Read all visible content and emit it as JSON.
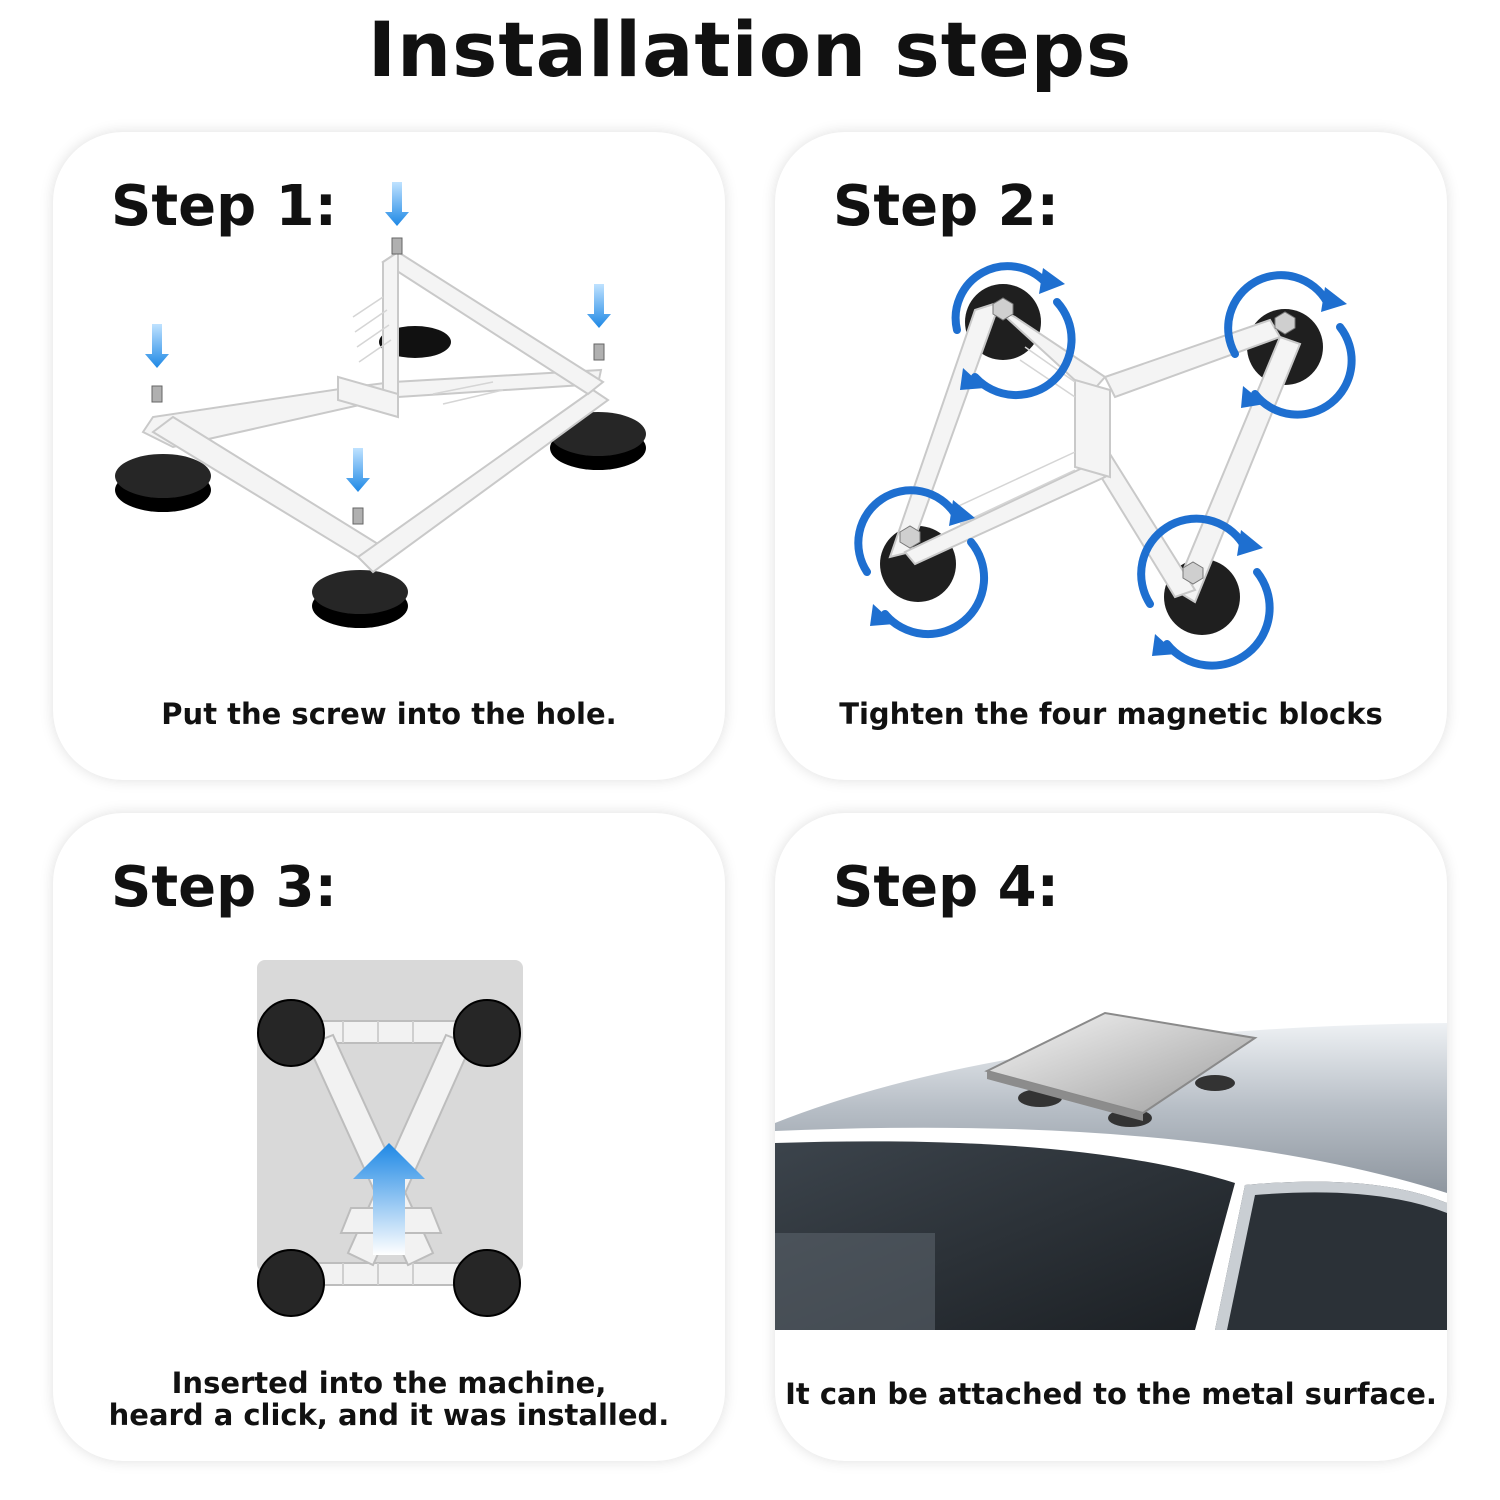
{
  "page": {
    "title": "Installation steps"
  },
  "steps": [
    {
      "title": "Step 1:",
      "caption": "Put the screw into the hole."
    },
    {
      "title": "Step 2:",
      "caption": "Tighten the four magnetic blocks"
    },
    {
      "title": "Step 3:",
      "caption_line1": "Inserted into the machine,",
      "caption_line2": "heard a click, and it was installed."
    },
    {
      "title": "Step 4:",
      "caption": "It can be attached to the metal surface."
    }
  ],
  "colors": {
    "arrow_blue": "#1e88e5",
    "magnet_black": "#1a1a1a",
    "bracket_white": "#f4f4f4"
  }
}
